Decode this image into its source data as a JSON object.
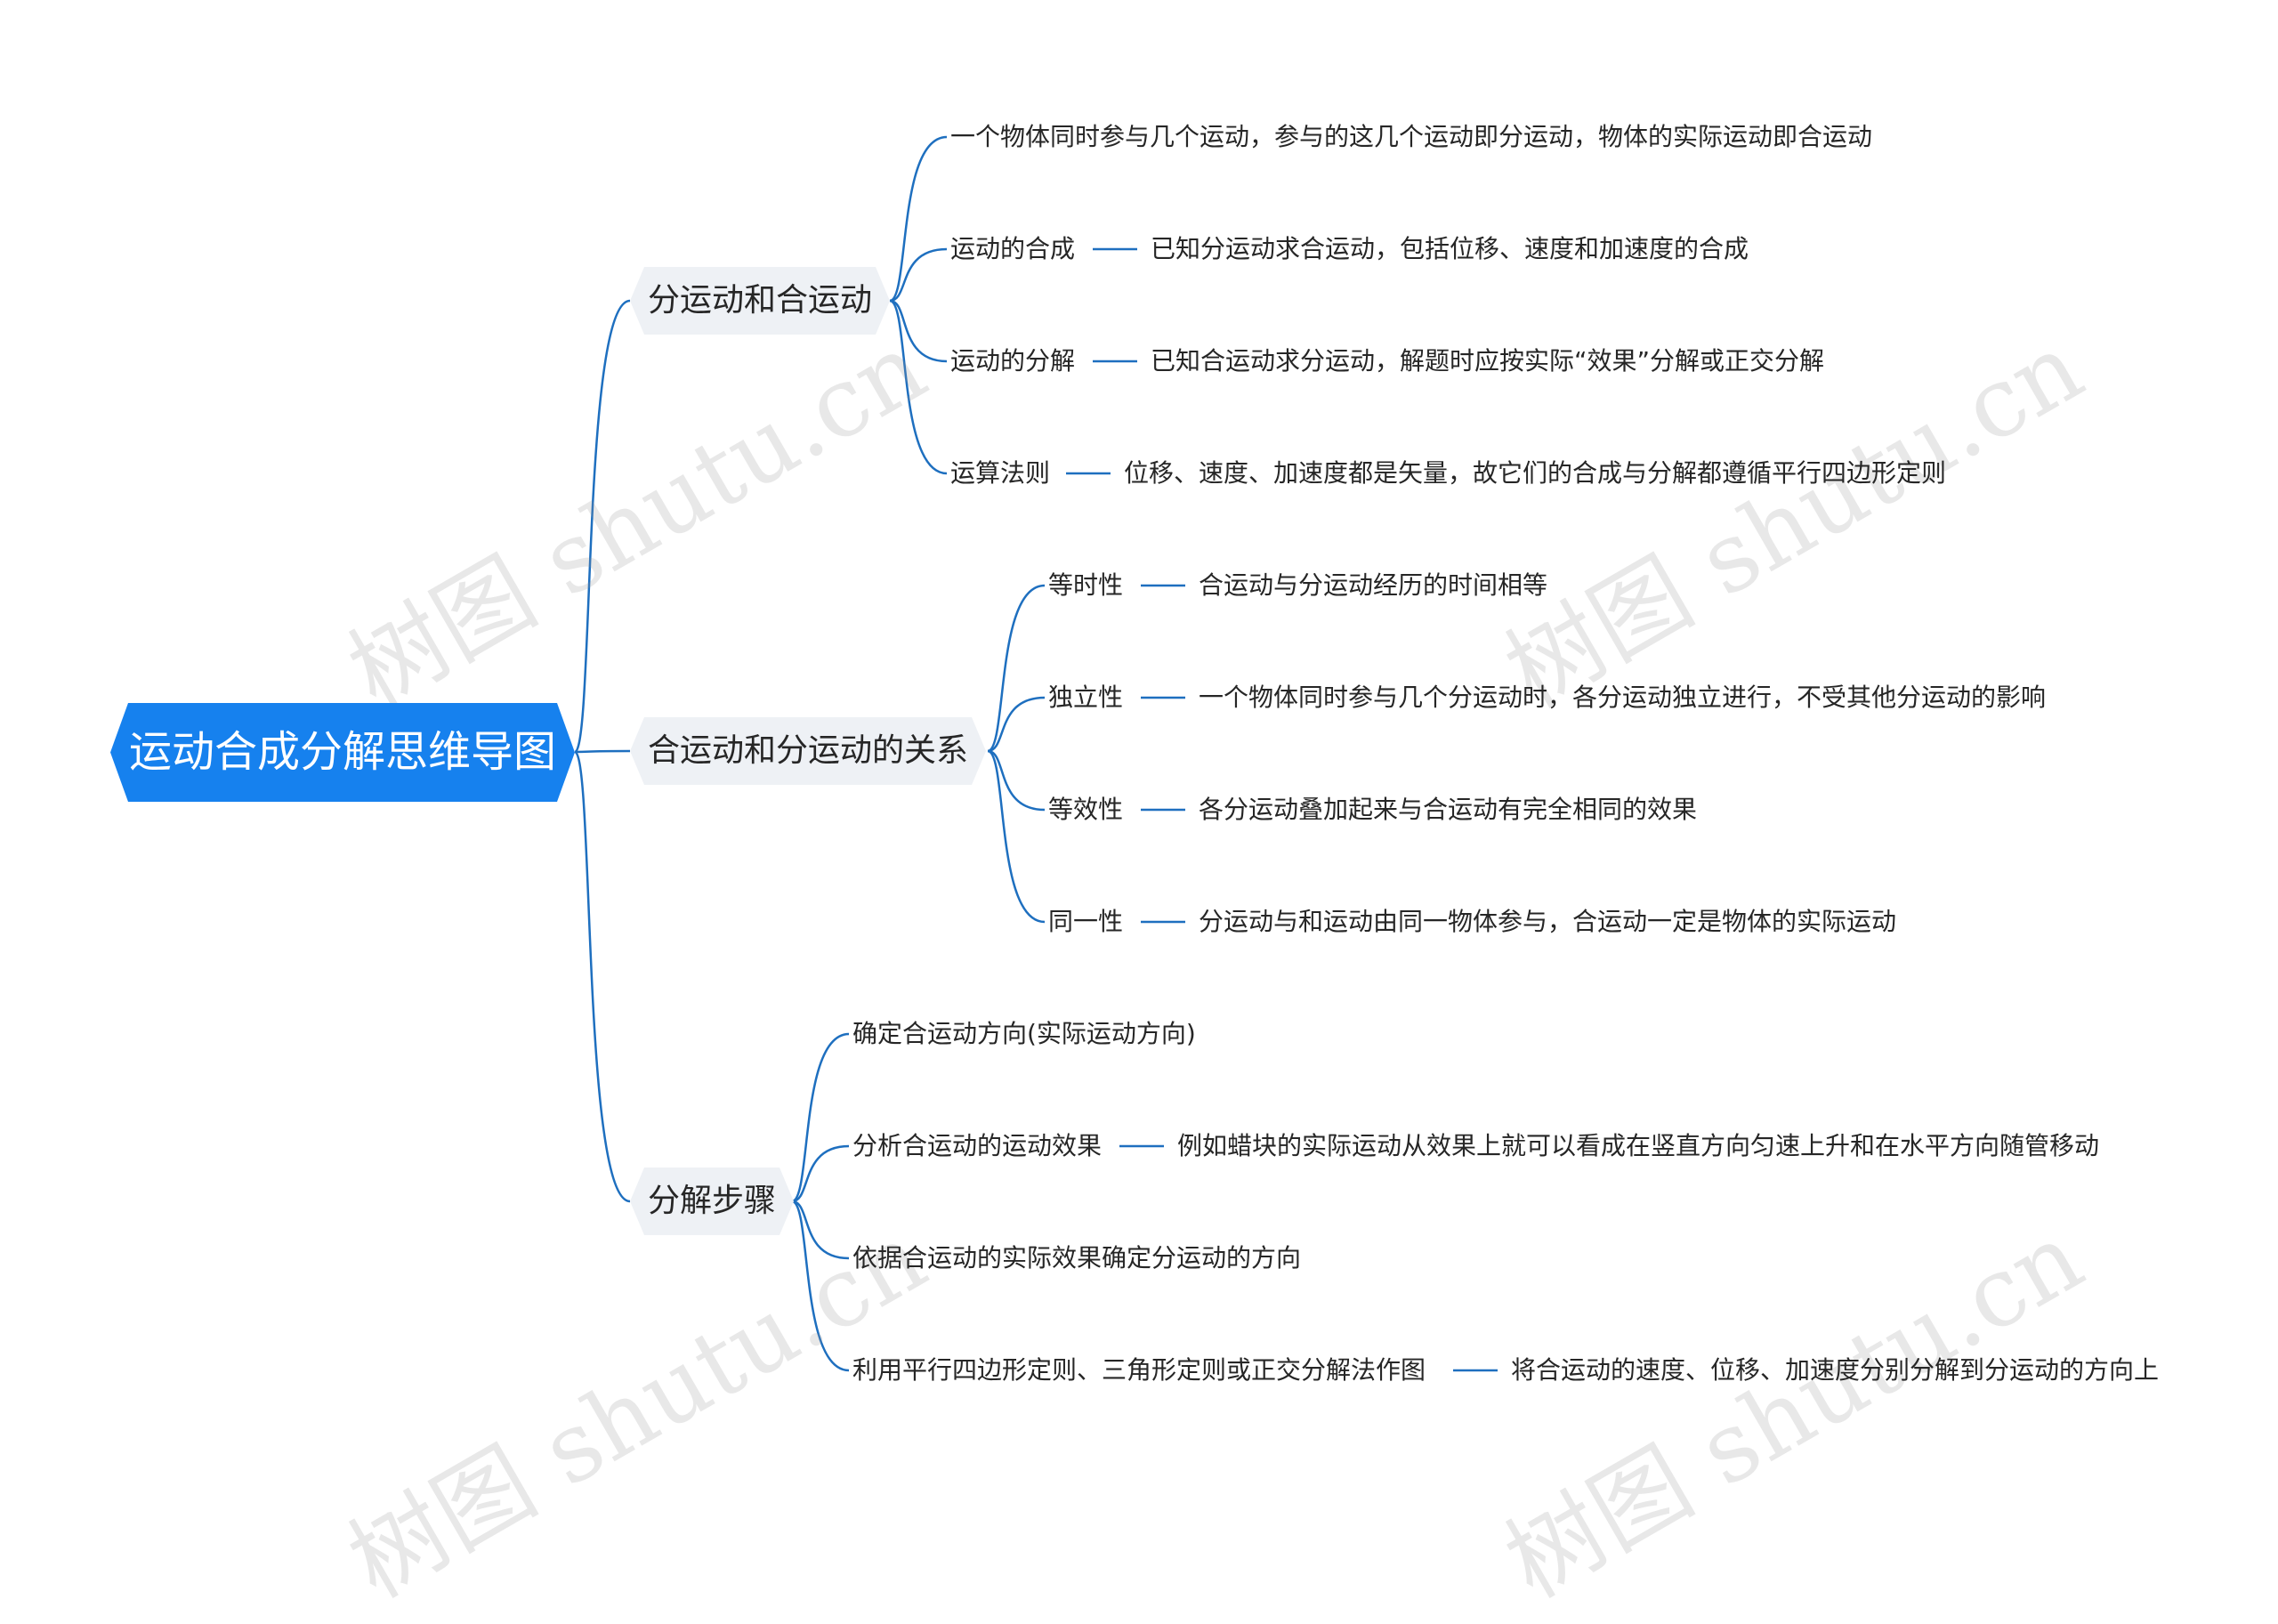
{
  "root": {
    "label": "运动合成分解思维导图"
  },
  "branches": [
    {
      "label": "分运动和合运动",
      "children": [
        {
          "label": "一个物体同时参与几个运动，参与的这几个运动即分运动，物体的实际运动即合运动"
        },
        {
          "label": "运动的合成",
          "detail": "已知分运动求合运动，包括位移、速度和加速度的合成"
        },
        {
          "label": "运动的分解",
          "detail": "已知合运动求分运动，解题时应按实际“效果”分解或正交分解"
        },
        {
          "label": "运算法则",
          "detail": "位移、速度、加速度都是矢量，故它们的合成与分解都遵循平行四边形定则"
        }
      ]
    },
    {
      "label": "合运动和分运动的关系",
      "children": [
        {
          "label": "等时性",
          "detail": "合运动与分运动经历的时间相等"
        },
        {
          "label": "独立性",
          "detail": "一个物体同时参与几个分运动时，各分运动独立进行，不受其他分运动的影响"
        },
        {
          "label": "等效性",
          "detail": "各分运动叠加起来与合运动有完全相同的效果"
        },
        {
          "label": "同一性",
          "detail": "分运动与和运动由同一物体参与，合运动一定是物体的实际运动"
        }
      ]
    },
    {
      "label": "分解步骤",
      "children": [
        {
          "label": "确定合运动方向(实际运动方向)"
        },
        {
          "label": "分析合运动的运动效果",
          "detail": "例如蜡块的实际运动从效果上就可以看成在竖直方向匀速上升和在水平方向随管移动"
        },
        {
          "label": "依据合运动的实际效果确定分运动的方向"
        },
        {
          "label": "利用平行四边形定则、三角形定则或正交分解法作图",
          "detail": "将合运动的速度、位移、加速度分别分解到分运动的方向上"
        }
      ]
    }
  ],
  "watermark": "树图 shutu.cn",
  "colors": {
    "root_bg": "#1681ee",
    "line": "#1e6fbf",
    "branch_bg": "#eef1f5"
  }
}
